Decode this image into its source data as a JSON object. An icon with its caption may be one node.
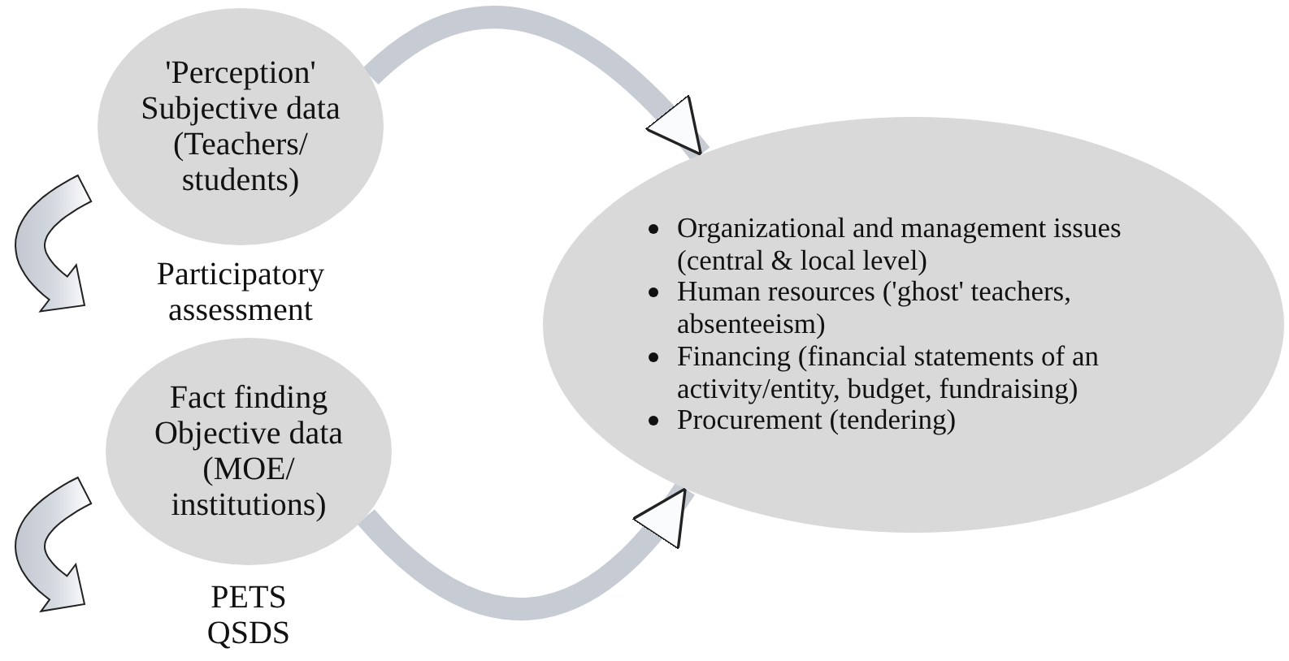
{
  "diagram": {
    "nodes": [
      {
        "text": [
          "'Perception' Subjective data (Teachers/ students)"
        ],
        "beside": [
          "Participatory assessment"
        ]
      },
      {
        "text": [
          "Fact finding Objective data (MOE/ institutions)"
        ],
        "beside": [
          "PETS",
          "QSDS"
        ]
      },
      {
        "text": [
          "Organizational and management issues (central & local level)",
          "Human resources ('ghost' teachers, absenteeism)",
          "Financing (financial statements of an activity/entity, budget, fundraising)",
          "Procurement (tendering)"
        ]
      }
    ],
    "edges": [
      {
        "from": 0,
        "to": 2,
        "arrow": "to"
      },
      {
        "from": 1,
        "to": 2,
        "arrow": "to"
      }
    ]
  }
}
